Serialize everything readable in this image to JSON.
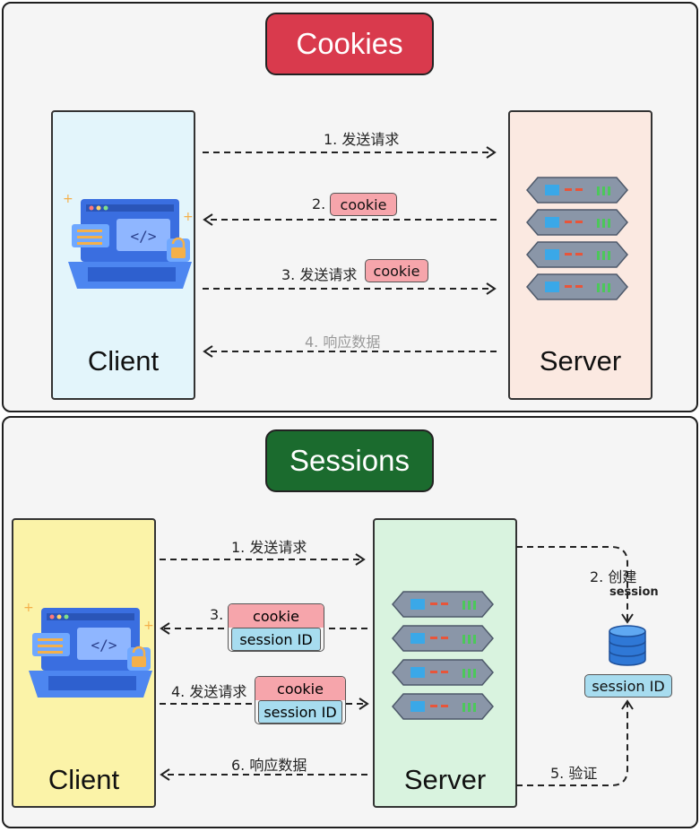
{
  "cookies": {
    "title": "Cookies",
    "client_label": "Client",
    "server_label": "Server",
    "arrows": [
      {
        "label": "1. 发送请求"
      },
      {
        "label": "2.",
        "tag": "cookie"
      },
      {
        "label": "3. 发送请求",
        "tag": "cookie"
      },
      {
        "label": "4. 响应数据"
      }
    ]
  },
  "sessions": {
    "title": "Sessions",
    "client_label": "Client",
    "server_label": "Server",
    "arrows": [
      {
        "label": "1. 发送请求"
      },
      {
        "label": "3.",
        "tag_top": "cookie",
        "tag_bottom": "session ID"
      },
      {
        "label": "4. 发送请求",
        "tag_top": "cookie",
        "tag_bottom": "session ID"
      },
      {
        "label": "6. 响应数据"
      }
    ],
    "create": {
      "line1": "2. 创建",
      "line2": "session"
    },
    "store_label": "session ID",
    "verify": "5. 验证"
  },
  "colors": {
    "cookies_title": "#d93a4d",
    "sessions_title": "#1b6b2e",
    "cookies_client_bg": "#e3f5fb",
    "cookies_server_bg": "#fbe9e1",
    "sessions_client_bg": "#fbf3a8",
    "sessions_server_bg": "#d9f3df",
    "cookie_pill": "#f6a5ab",
    "session_pill": "#a7dcef"
  },
  "icons": [
    "laptop-code-icon",
    "server-rack-icon",
    "database-icon"
  ]
}
